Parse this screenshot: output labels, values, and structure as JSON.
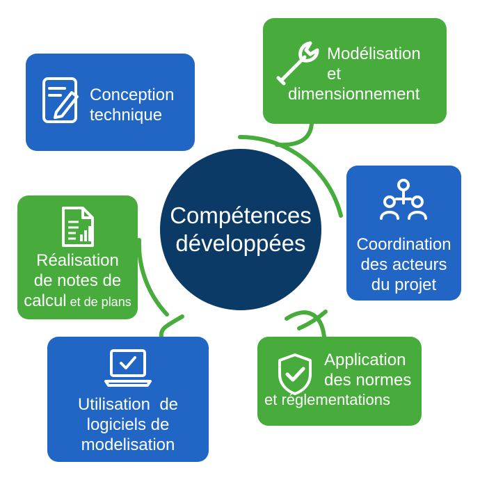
{
  "center": {
    "line1": "Compétences",
    "line2": "développées"
  },
  "colors": {
    "blue": "#2166c4",
    "green": "#47ac3c",
    "navy": "#0b3a66"
  },
  "cards": {
    "conception": {
      "icon": "pencil-document-icon",
      "line1": "Conception",
      "line2": "technique"
    },
    "modelisation": {
      "icon": "wrench-icon",
      "line1": "Modélisation",
      "line2": "et",
      "line3": "dimensionnement"
    },
    "coordination": {
      "icon": "team-network-icon",
      "line1": "Coordination",
      "line2": "des acteurs",
      "line3": "du projet"
    },
    "application": {
      "icon": "shield-check-icon",
      "line1": "Application",
      "line2": "des normes",
      "line3": "et réglementations"
    },
    "utilisation": {
      "icon": "laptop-check-icon",
      "line1": "Utilisation  de",
      "line2": "logiciels de",
      "line3": "modelisation"
    },
    "realisation": {
      "icon": "calculation-sheet-icon",
      "line1": "Réalisation",
      "line2": "de notes de",
      "line3a": "calcul",
      "line3b": " et de plans"
    }
  }
}
